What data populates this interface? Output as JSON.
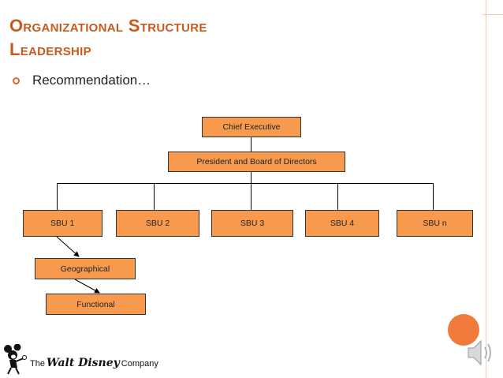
{
  "slide": {
    "title_line1": "Organizational Structure",
    "title_line2": "Leadership",
    "bullet": "Recommendation…"
  },
  "org": {
    "chief": "Chief Executive",
    "board": "President and Board of Directors",
    "sbus": [
      "SBU 1",
      "SBU 2",
      "SBU 3",
      "SBU 4",
      "SBU n"
    ],
    "sub1": "Geographical",
    "sub2": "Functional"
  },
  "logo": {
    "prefix": "The",
    "brand": "Walt Disney",
    "suffix": "Company"
  },
  "colors": {
    "accent": "#c75a1e",
    "box_fill": "#f79a4e",
    "circle": "#f07a3b"
  },
  "icons": [
    "bullet-circle-icon",
    "mickey-mouse-icon",
    "speaker-icon"
  ]
}
